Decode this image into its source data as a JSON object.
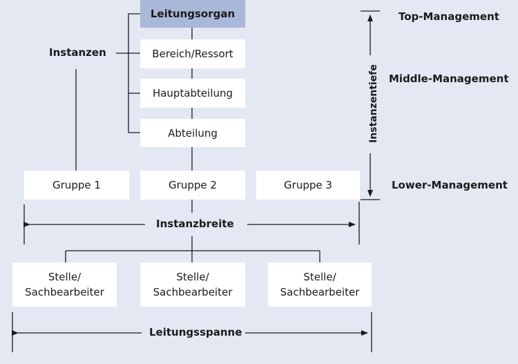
{
  "hierarchy": {
    "top": "Leitungsorgan",
    "bereich": "Bereich/Ressort",
    "hauptabteilung": "Hauptabteilung",
    "abteilung": "Abteilung"
  },
  "groups": [
    "Gruppe 1",
    "Gruppe 2",
    "Gruppe 3"
  ],
  "stellen": [
    {
      "line1": "Stelle/",
      "line2": "Sachbearbeiter"
    },
    {
      "line1": "Stelle/",
      "line2": "Sachbearbeiter"
    },
    {
      "line1": "Stelle/",
      "line2": "Sachbearbeiter"
    }
  ],
  "labels": {
    "instanzen": "Instanzen",
    "instanzbreite": "Instanzbreite",
    "leitungsspanne": "Leitungsspanne",
    "instanzentiefe": "Instanzentiefe",
    "top_management": "Top-Management",
    "middle_management": "Middle-Management",
    "lower_management": "Lower-Management"
  }
}
